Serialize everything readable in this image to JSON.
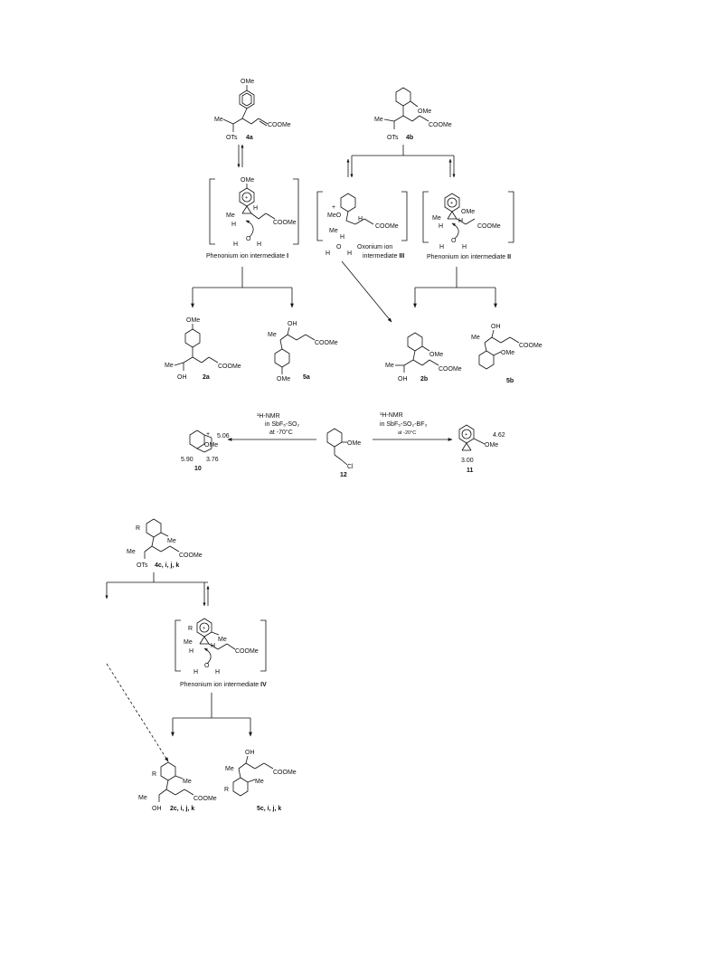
{
  "compounds": {
    "c4a": {
      "sub": "OMe",
      "me": "Me",
      "ots": "OTs",
      "coome": "COOMe",
      "num": "4a"
    },
    "c4b": {
      "sub": "OMe",
      "me": "Me",
      "ots": "OTs",
      "coome": "COOMe",
      "num": "4b"
    },
    "c2a": {
      "sub": "OMe",
      "me": "Me",
      "oh": "OH",
      "coome": "COOMe",
      "num": "2a"
    },
    "c5a": {
      "sub": "OMe",
      "me": "Me",
      "oh": "OH",
      "coome": "COOMe",
      "num": "5a"
    },
    "c2b": {
      "sub": "OMe",
      "me": "Me",
      "oh": "OH",
      "coome": "COOMe",
      "num": "2b"
    },
    "c5b": {
      "sub": "OMe",
      "me": "Me",
      "oh": "OH",
      "coome": "COOMe",
      "num": "5b"
    },
    "c4c": {
      "r": "R",
      "sub": "Me",
      "me": "Me",
      "ots": "OTs",
      "coome": "COOMe",
      "num": "4c, i, j, k"
    },
    "c2c": {
      "r": "R",
      "sub": "Me",
      "me": "Me",
      "oh": "OH",
      "coome": "COOMe",
      "num": "2c, i, j, k"
    },
    "c5c": {
      "r": "R",
      "sub": "Me",
      "me": "Me",
      "oh": "OH",
      "coome": "COOMe",
      "num": "5c, i, j, k"
    }
  },
  "intermediates": {
    "i1": {
      "label": "Phenonium ion intermediate ",
      "roman": "I",
      "sub": "OMe",
      "me": "Me",
      "h": "H",
      "coome": "COOMe",
      "plus": "+"
    },
    "i3": {
      "label1": "Oxonium ion",
      "label2": "intermediate ",
      "roman": "III",
      "meo": "MeO",
      "me": "Me",
      "h": "H",
      "coome": "COOMe",
      "plus": "+"
    },
    "i2": {
      "label": "Phenonium ion intermediate ",
      "roman": "II",
      "sub": "OMe",
      "me": "Me",
      "h": "H",
      "coome": "COOMe",
      "plus": "+"
    },
    "i4": {
      "label": "Phenonium ion intermediate ",
      "roman": "IV",
      "r": "R",
      "sub": "Me",
      "me": "Me",
      "h": "H",
      "coome": "COOMe",
      "plus": "+"
    }
  },
  "water": {
    "h": "H",
    "o": "O"
  },
  "nmr": {
    "left": {
      "line1": "¹H-NMR",
      "line2": "in SbF₅-SO₂",
      "line3": "at -70°C"
    },
    "right": {
      "line1": "¹H-NMR",
      "line2": "in SbF₅-SO₂-BF₃",
      "line3": "at -20°C"
    }
  },
  "c10": {
    "plus": "+",
    "shift1": "5.06",
    "ome": "OMe",
    "shift2": "5.90",
    "shift3": "3.76",
    "num": "10"
  },
  "c12": {
    "ome": "OMe",
    "cl": "Cl",
    "num": "12"
  },
  "c11": {
    "plus": "+",
    "shift1": "4.62",
    "ome": "OMe",
    "shift2": "3.00",
    "num": "11"
  }
}
